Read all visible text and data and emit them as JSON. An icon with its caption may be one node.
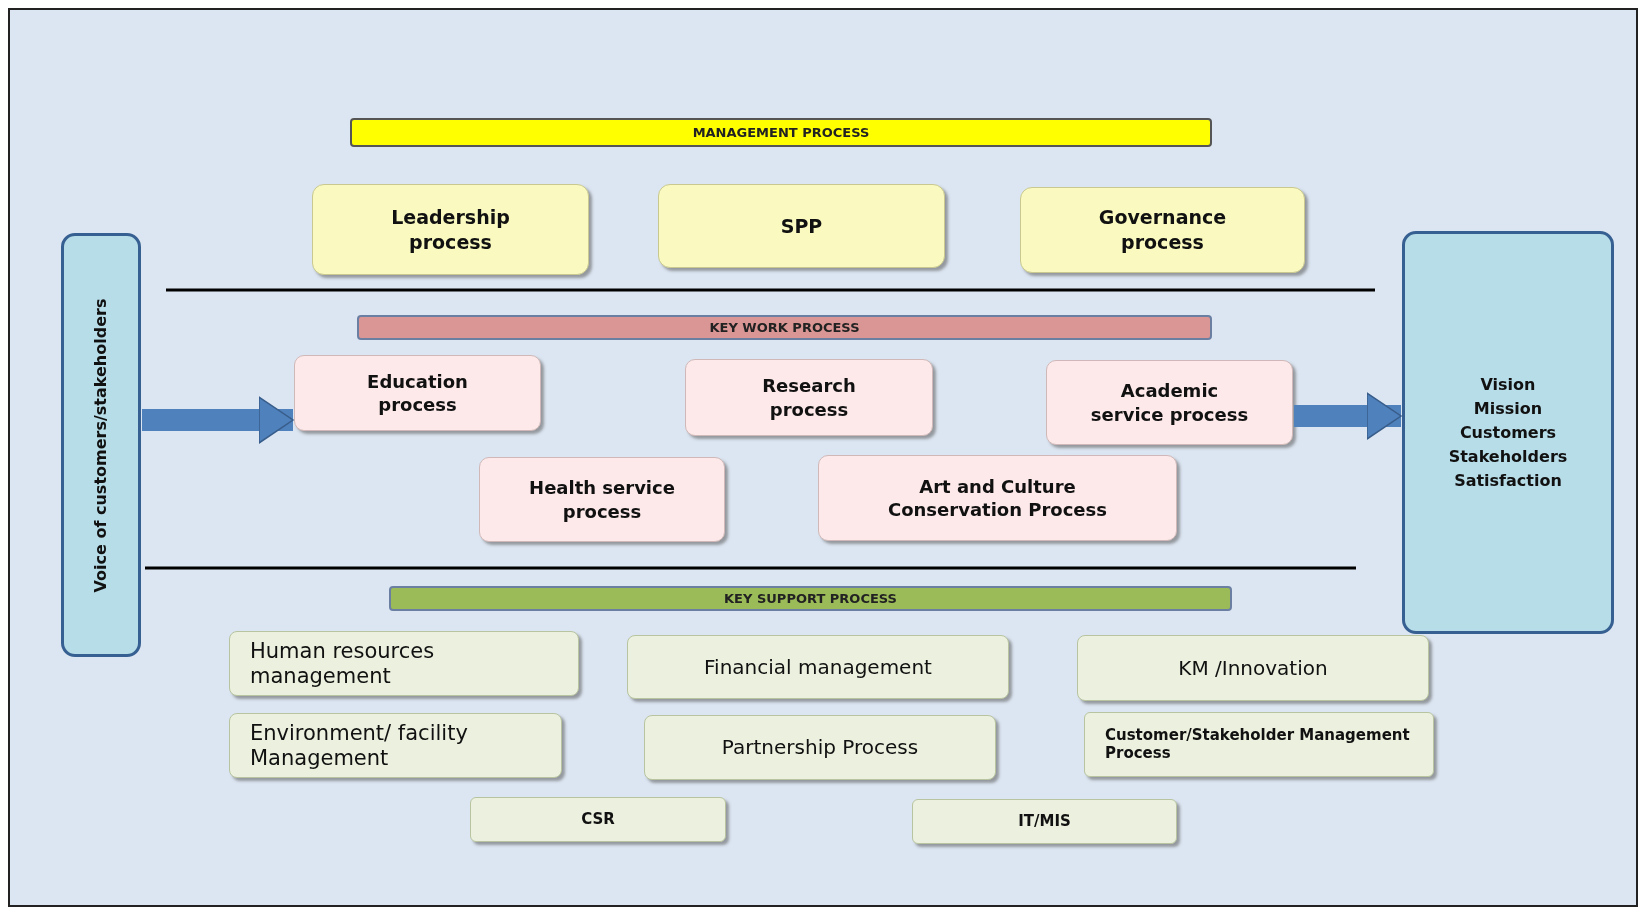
{
  "diagram": {
    "nodes": [
      {
        "text": [
          "Voice of customers/stakeholders"
        ]
      },
      {
        "text": [
          "MANAGEMENT PROCESS"
        ]
      },
      {
        "text": [
          "Leadership process"
        ]
      },
      {
        "text": [
          "SPP"
        ]
      },
      {
        "text": [
          "Governance process"
        ]
      },
      {
        "text": [
          "KEY WORK PROCESS"
        ]
      },
      {
        "text": [
          "Education process"
        ]
      },
      {
        "text": [
          "Research process"
        ]
      },
      {
        "text": [
          "Academic service process"
        ]
      },
      {
        "text": [
          "Health service process"
        ]
      },
      {
        "text": [
          "Art and Culture Conservation Process"
        ]
      },
      {
        "text": [
          "KEY SUPPORT PROCESS"
        ]
      },
      {
        "text": [
          "Human resources management"
        ]
      },
      {
        "text": [
          "Financial management"
        ]
      },
      {
        "text": [
          "KM /Innovation"
        ]
      },
      {
        "text": [
          "Environment/ facility Management"
        ]
      },
      {
        "text": [
          "Partnership Process"
        ]
      },
      {
        "text": [
          "Customer/Stakeholder Management Process"
        ]
      },
      {
        "text": [
          "CSR"
        ]
      },
      {
        "text": [
          "IT/MIS"
        ]
      },
      {
        "text": [
          "Vision Mission Customers Stakeholders Satisfaction"
        ]
      }
    ],
    "edges": [
      {
        "from": 0,
        "to": 6,
        "arrow": "to"
      },
      {
        "from": 8,
        "to": 20,
        "arrow": "to"
      }
    ]
  }
}
